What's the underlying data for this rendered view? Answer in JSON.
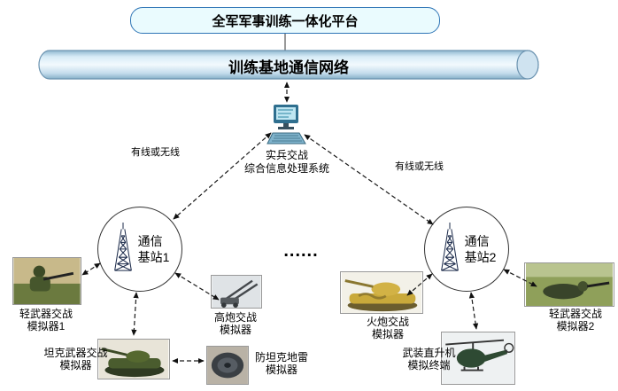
{
  "platform": {
    "label": "全军军事训练一体化平台"
  },
  "network": {
    "label": "训练基地通信网络"
  },
  "processor": {
    "line1": "实兵交战",
    "line2": "综合信息处理系统"
  },
  "links": {
    "left": "有线或无线",
    "right": "有线或无线"
  },
  "stations": [
    {
      "line1": "通信",
      "line2": "基站1"
    },
    {
      "line1": "通信",
      "line2": "基站2"
    }
  ],
  "ellipsis": "......",
  "devices": [
    {
      "name": "light-weapon-simulator-1",
      "line1": "轻武器交战",
      "line2": "模拟器1"
    },
    {
      "name": "tank-weapon-simulator",
      "line1": "坦克武器交战",
      "line2": "模拟器"
    },
    {
      "name": "aa-gun-simulator",
      "line1": "高炮交战",
      "line2": "模拟器"
    },
    {
      "name": "anti-tank-mine-simulator",
      "line1": "防坦克地雷",
      "line2": "模拟器"
    },
    {
      "name": "artillery-simulator",
      "line1": "火炮交战",
      "line2": "模拟器"
    },
    {
      "name": "helicopter-terminal",
      "line1": "武装直升机",
      "line2": "模拟终端"
    },
    {
      "name": "light-weapon-simulator-2",
      "line1": "轻武器交战",
      "line2": "模拟器2"
    }
  ],
  "colors": {
    "platform_fill": "#eafbfe",
    "platform_border": "#2e75b6",
    "cylinder_blue": "#bcd9ec",
    "connector": "#1a1a1a"
  }
}
